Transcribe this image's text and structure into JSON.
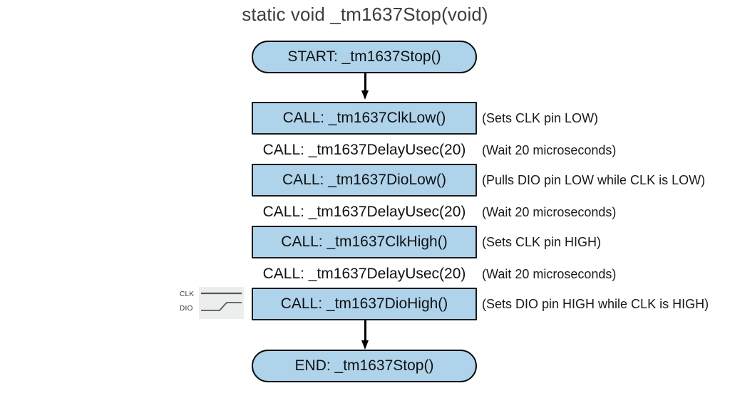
{
  "title": "static void _tm1637Stop(void)",
  "flow": {
    "start": {
      "label": "START: _tm1637Stop()",
      "shape": "stadium"
    },
    "end": {
      "label": "END: _tm1637Stop()",
      "shape": "stadium"
    },
    "steps": [
      {
        "label": "CALL: _tm1637ClkLow()",
        "shape": "process",
        "annotation": "(Sets CLK pin LOW)"
      },
      {
        "label": "CALL: _tm1637DelayUsec(20)",
        "shape": "plain",
        "annotation": "(Wait 20 microseconds)"
      },
      {
        "label": "CALL: _tm1637DioLow()",
        "shape": "process",
        "annotation": "(Pulls DIO pin LOW while CLK is LOW)"
      },
      {
        "label": "CALL: _tm1637DelayUsec(20)",
        "shape": "plain",
        "annotation": "(Wait 20 microseconds)"
      },
      {
        "label": "CALL: _tm1637ClkHigh()",
        "shape": "process",
        "annotation": "(Sets CLK pin HIGH)"
      },
      {
        "label": "CALL: _tm1637DelayUsec(20)",
        "shape": "plain",
        "annotation": "(Wait 20 microseconds)"
      },
      {
        "label": "CALL: _tm1637DioHigh()",
        "shape": "process",
        "annotation": "(Sets DIO pin HIGH while CLK is HIGH)"
      }
    ]
  },
  "waveform": {
    "clk_label": "CLK",
    "dio_label": "DIO",
    "clk_state": "HIGH",
    "dio_state": "rising edge LOW to HIGH"
  },
  "colors": {
    "node_fill": "#aed3ea",
    "node_border": "#111111",
    "title_text": "#3d3d3d",
    "body_text": "#1a1a1a",
    "arrow": "#000000",
    "waveform_panel": "#eceded",
    "background": "#ffffff"
  }
}
